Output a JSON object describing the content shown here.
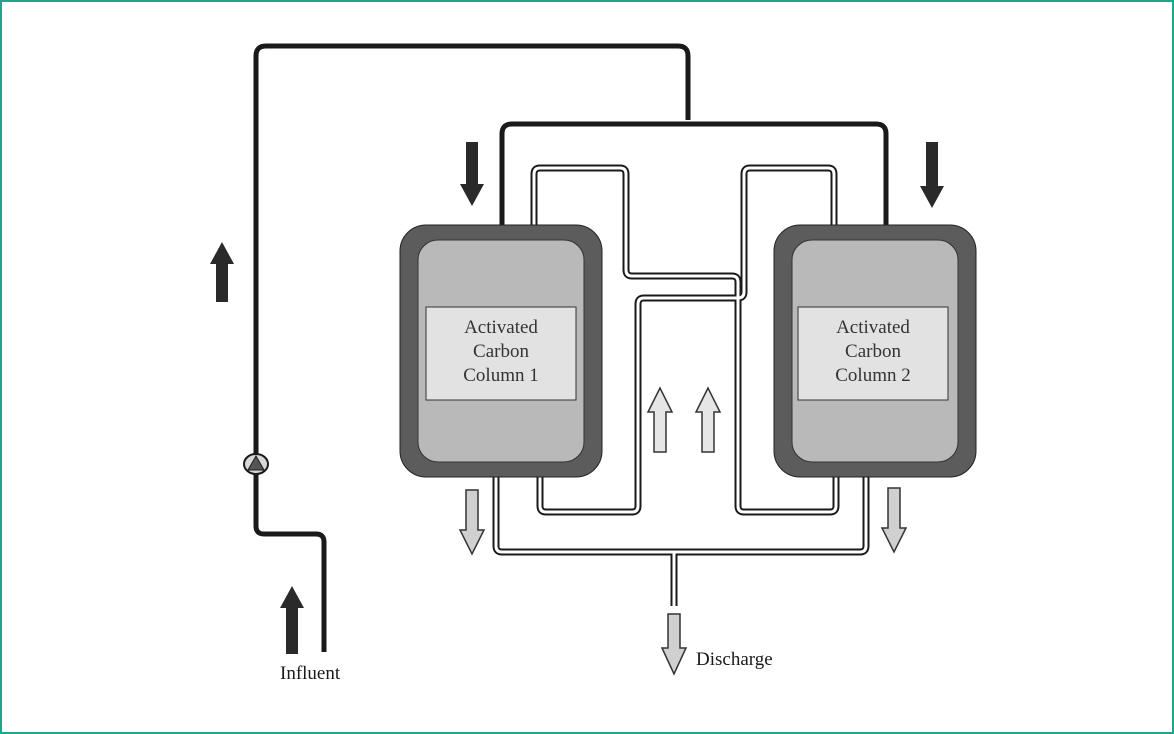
{
  "diagram": {
    "colors": {
      "frame": "#1fa58a",
      "pipe": "#1a1a1a",
      "column_shell": "#5c5c5c",
      "column_fill": "#b9b9b9",
      "label_box": "#e2e2e2",
      "arrow_dark": "#2a2a2a",
      "arrow_light": "#d0d0d0"
    },
    "columns": [
      {
        "line1": "Activated",
        "line2": "Carbon",
        "line3": "Column 1"
      },
      {
        "line1": "Activated",
        "line2": "Carbon",
        "line3": "Column 2"
      }
    ],
    "influent_label": "Influent",
    "discharge_label": "Discharge",
    "pump_icon": "pump-icon"
  }
}
